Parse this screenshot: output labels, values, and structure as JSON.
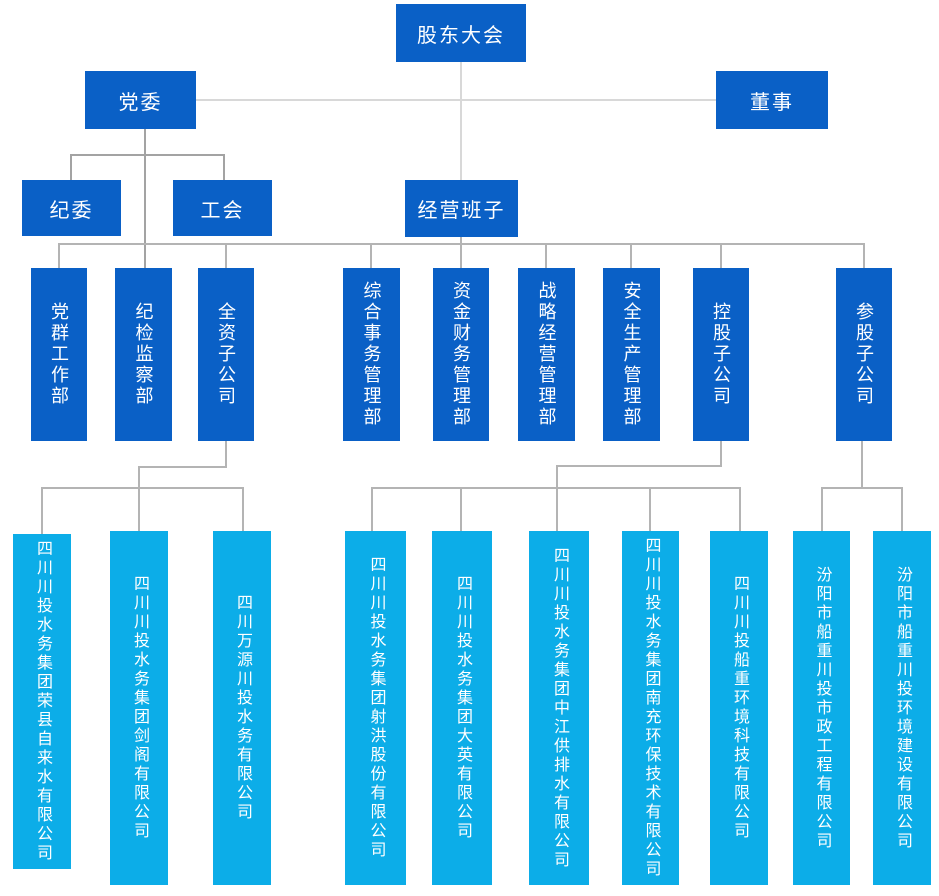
{
  "colors": {
    "primary": "#0A60C6",
    "cyan": "#0CADE8",
    "line_light": "#D8D8D8",
    "line_mid": "#A3A3A3",
    "line_low": "#B4B4B4"
  },
  "org": {
    "root": {
      "label": "股东大会"
    },
    "level2": [
      {
        "label": "党委"
      },
      {
        "label": "董事"
      }
    ],
    "level3": [
      {
        "label": "纪委"
      },
      {
        "label": "工会"
      },
      {
        "label": "经营班子"
      }
    ],
    "departments": [
      {
        "label": "党群工作部"
      },
      {
        "label": "纪检监察部"
      },
      {
        "label": "全资子公司"
      },
      {
        "label": "综合事务管理部"
      },
      {
        "label": "资金财务管理部"
      },
      {
        "label": "战略经营管理部"
      },
      {
        "label": "安全生产管理部"
      },
      {
        "label": "控股子公司"
      },
      {
        "label": "参股子公司"
      }
    ],
    "subsidiaries": [
      {
        "label": "四川川投水务集团荣县自来水有限公司"
      },
      {
        "label": "四川川投水务集团剑阁有限公司"
      },
      {
        "label": "四川万源川投水务有限公司"
      },
      {
        "label": "四川川投水务集团射洪股份有限公司"
      },
      {
        "label": "四川川投水务集团大英有限公司"
      },
      {
        "label": "四川川投水务集团中江供排水有限公司"
      },
      {
        "label": "四川川投水务集团南充环保技术有限公司"
      },
      {
        "label": "四川川投船重环境科技有限公司"
      },
      {
        "label": "汾阳市船重川投市政工程有限公司"
      },
      {
        "label": "汾阳市船重川投环境建设有限公司"
      }
    ]
  }
}
